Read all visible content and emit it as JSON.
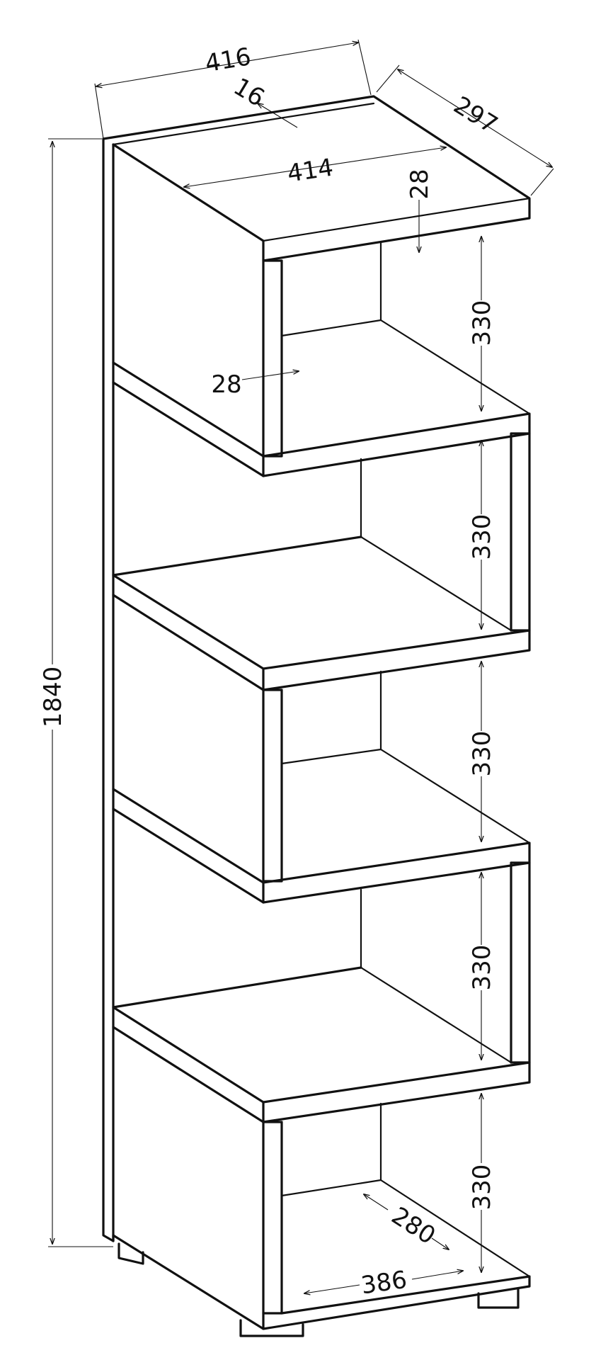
{
  "dimensions": {
    "overall_width": "416",
    "top_strip": "16",
    "inner_width": "414",
    "shelf_thickness": "28",
    "depth": "297",
    "panel_thickness": "28",
    "total_height": "1840",
    "shelf_height_1": "330",
    "shelf_height_2": "330",
    "shelf_height_3": "330",
    "shelf_height_4": "330",
    "shelf_height_5": "330",
    "bottom_depth": "280",
    "bottom_width": "386"
  }
}
